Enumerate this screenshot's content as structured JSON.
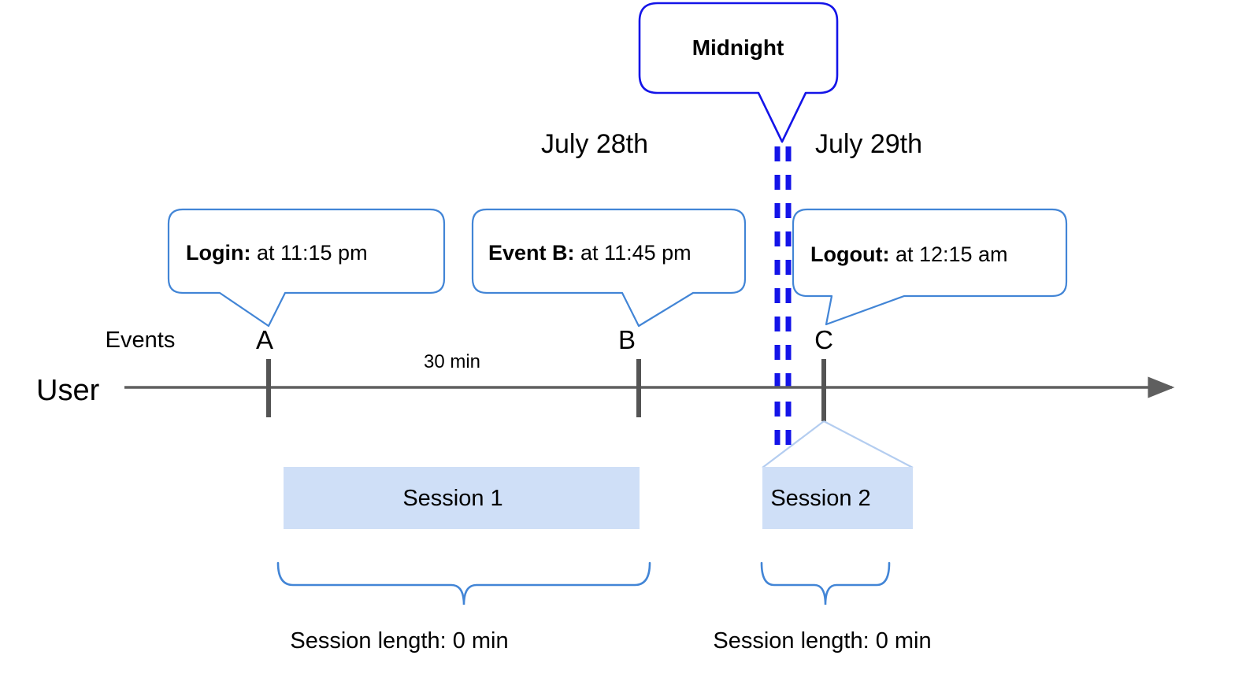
{
  "diagram": {
    "title": "User session timeline with midnight boundary",
    "colors": {
      "callout_border": "#4285d6",
      "midnight_border": "#1414e8",
      "midnight_dash": "#1414e8",
      "axis": "#5f5f5f",
      "tick": "#545454",
      "session_fill": "#cfdff7",
      "session_connector": "#b4cdf0",
      "brace": "#4285d6",
      "text": "#000000"
    }
  },
  "midnight_callout": {
    "label": "Midnight"
  },
  "day_labels": [
    {
      "name": "day-label-left",
      "text": "July 28th"
    },
    {
      "name": "day-label-right",
      "text": "July 29th"
    }
  ],
  "event_callouts": [
    {
      "name": "callout-login",
      "bold": "Login:",
      "rest": " at 11:15 pm"
    },
    {
      "name": "callout-event-b",
      "bold": "Event B:",
      "rest": " at 11:45 pm"
    },
    {
      "name": "callout-logout",
      "bold": "Logout:",
      "rest": " at 12:15 am"
    }
  ],
  "axis": {
    "row_label": "User",
    "events_label": "Events",
    "duration_label": "30 min",
    "markers": [
      {
        "name": "event-marker-a",
        "label": "A"
      },
      {
        "name": "event-marker-b",
        "label": "B"
      },
      {
        "name": "event-marker-c",
        "label": "C"
      }
    ]
  },
  "sessions": [
    {
      "name": "session-box-1",
      "label": "Session 1",
      "length_label": "Session length: 0 min"
    },
    {
      "name": "session-box-2",
      "label": "Session 2",
      "length_label": "Session length: 0 min"
    }
  ],
  "chart_data": {
    "type": "timeline",
    "title": "User session timeline with midnight boundary",
    "axis": {
      "name": "User",
      "direction": "left-to-right",
      "arrow": true
    },
    "days": [
      "July 28th",
      "July 29th"
    ],
    "boundary": {
      "label": "Midnight",
      "style": "double-dashed-blue"
    },
    "events": [
      {
        "marker": "A",
        "type": "Login",
        "time": "11:15 pm",
        "day": "July 28th"
      },
      {
        "marker": "B",
        "type": "Event B",
        "time": "11:45 pm",
        "day": "July 28th"
      },
      {
        "marker": "C",
        "type": "Logout",
        "time": "12:15 am",
        "day": "July 29th"
      }
    ],
    "intervals": [
      {
        "from": "A",
        "to": "B",
        "label": "30 min"
      }
    ],
    "sessions": [
      {
        "label": "Session 1",
        "spans": [
          "A",
          "B"
        ],
        "length": "0 min"
      },
      {
        "label": "Session 2",
        "spans": [
          "Midnight",
          "C"
        ],
        "length": "0 min"
      }
    ]
  }
}
